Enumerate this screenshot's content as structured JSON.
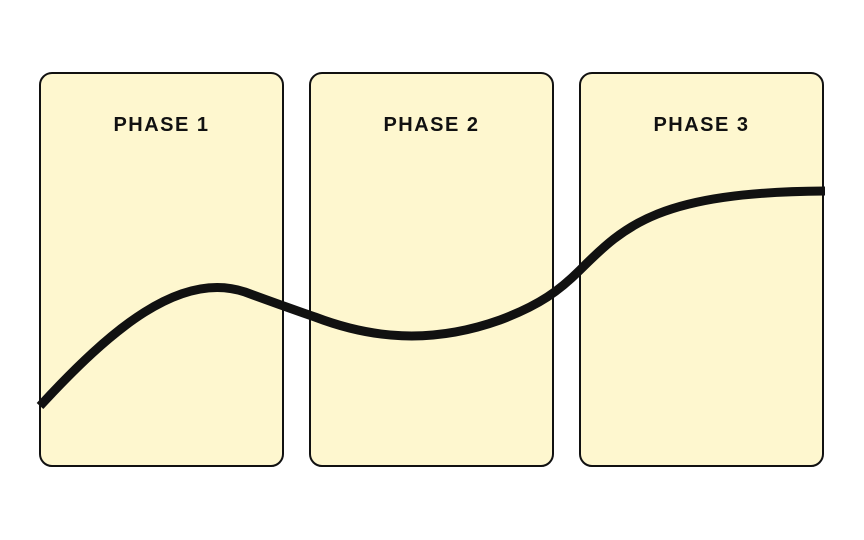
{
  "phases": [
    {
      "label": "PHASE 1"
    },
    {
      "label": "PHASE 2"
    },
    {
      "label": "PHASE 3"
    }
  ],
  "colors": {
    "panel_fill": "#fef7cf",
    "panel_stroke": "#111111",
    "curve": "#111111"
  }
}
